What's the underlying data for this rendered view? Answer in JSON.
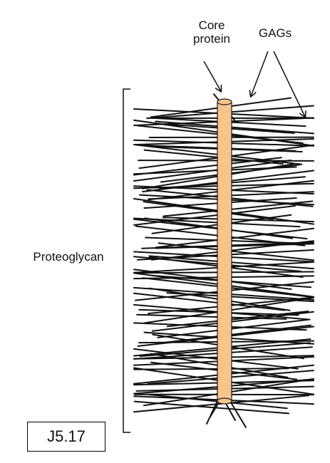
{
  "labels": {
    "core_protein_line1": "Core",
    "core_protein_line2": "protein",
    "gags": "GAGs",
    "proteoglycan": "Proteoglycan",
    "figure_id": "J5.17"
  },
  "colors": {
    "core": "#F8C48C",
    "core_stroke": "#1a1a1a",
    "gag": "#111111",
    "text": "#111111"
  }
}
